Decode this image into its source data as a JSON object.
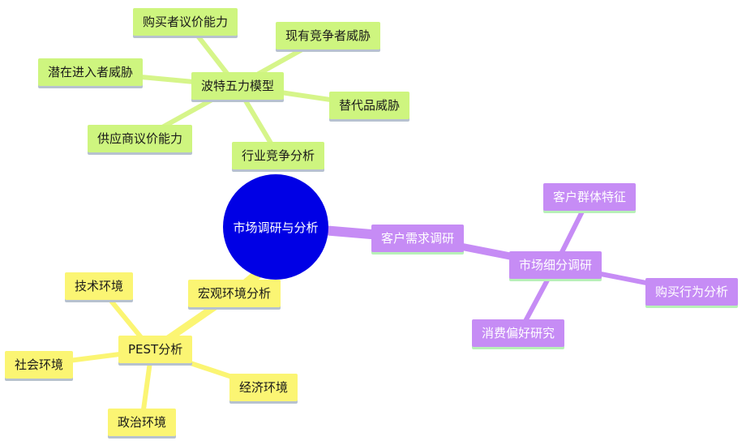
{
  "center": {
    "label": "市场调研与分析"
  },
  "branches": {
    "porter": {
      "label": "波特五力模型",
      "children": [
        "购买者议价能力",
        "现有竞争者威胁",
        "潜在进入者威胁",
        "替代品威胁",
        "供应商议价能力",
        "行业竞争分析"
      ]
    },
    "pest": {
      "label": "PEST分析",
      "parent": "宏观环境分析",
      "children": [
        "技术环境",
        "社会环境",
        "政治环境",
        "经济环境"
      ]
    },
    "customer": {
      "label": "客户需求调研",
      "sub": "市场细分调研",
      "children": [
        "客户群体特征",
        "购买行为分析",
        "消费偏好研究"
      ]
    }
  },
  "colors": {
    "center": "#0000e5",
    "green_branch": "#cef57f",
    "green_line": "#d6f58a",
    "yellow_branch": "#fbf573",
    "yellow_line": "#fbf573",
    "purple_branch": "#c68cf5",
    "purple_line": "#c68cf5"
  }
}
